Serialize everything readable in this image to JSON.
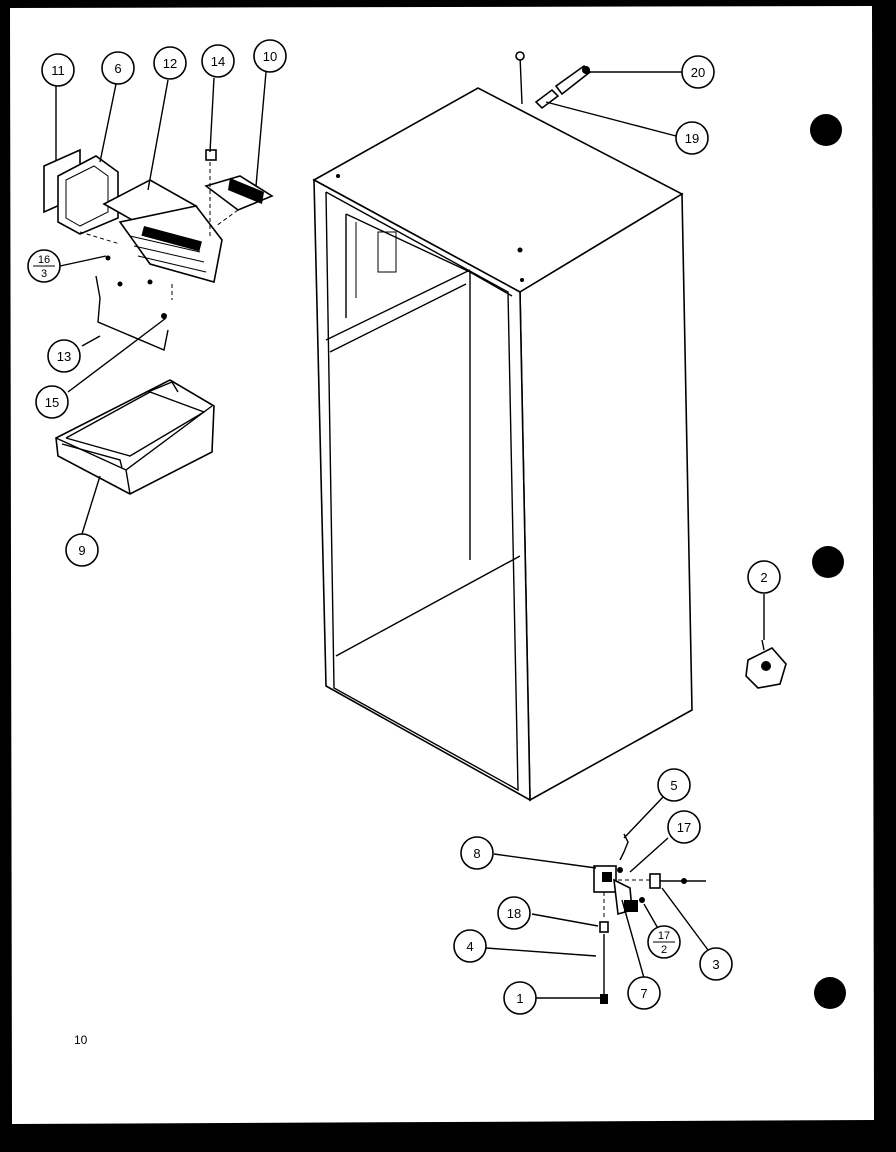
{
  "page_number": "10",
  "callouts": {
    "c11": "11",
    "c6": "6",
    "c12": "12",
    "c14": "14",
    "c10": "10",
    "c16_top": "16",
    "c16_bot": "3",
    "c13": "13",
    "c15": "15",
    "c9": "9",
    "c20": "20",
    "c19": "19",
    "c2": "2",
    "c5": "5",
    "c17": "17",
    "c8": "8",
    "c18": "18",
    "c17b_top": "17",
    "c17b_bot": "2",
    "c4": "4",
    "c3": "3",
    "c1": "1",
    "c7": "7"
  }
}
